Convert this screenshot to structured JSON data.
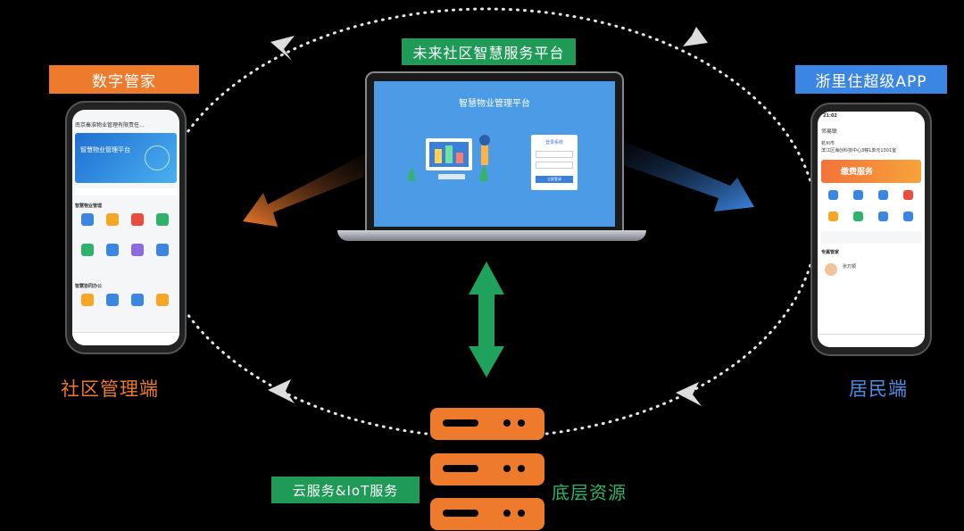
{
  "labels": {
    "digital_steward": "数字管家",
    "platform": "未来社区智慧服务平台",
    "resident_app": "浙里住超级APP",
    "cloud_iot": "云服务&IoT服务"
  },
  "captions": {
    "community_admin": "社区管理端",
    "resident_end": "居民端",
    "base_resources": "底层资源"
  },
  "laptop": {
    "title": "智慧物业管理平台",
    "login_title": "登录系统",
    "login_button": "立即登录"
  },
  "phone_left": {
    "title": "南京秦淮物业管理有限责任...",
    "banner_title": "智慧物业管理平台",
    "section1": "智慧物业管理",
    "section2": "智慧协同办公"
  },
  "phone_right": {
    "time": "21:02",
    "brand": "邻易联",
    "city": "杭州市",
    "address": "滨江区海创科技中心3幢1单元1301室",
    "banner": "缴费服务",
    "section": "专属管家",
    "steward_name": "张万顺"
  },
  "colors": {
    "orange": "#ee7a2c",
    "green": "#1f9a57",
    "blue": "#3c86e3"
  }
}
